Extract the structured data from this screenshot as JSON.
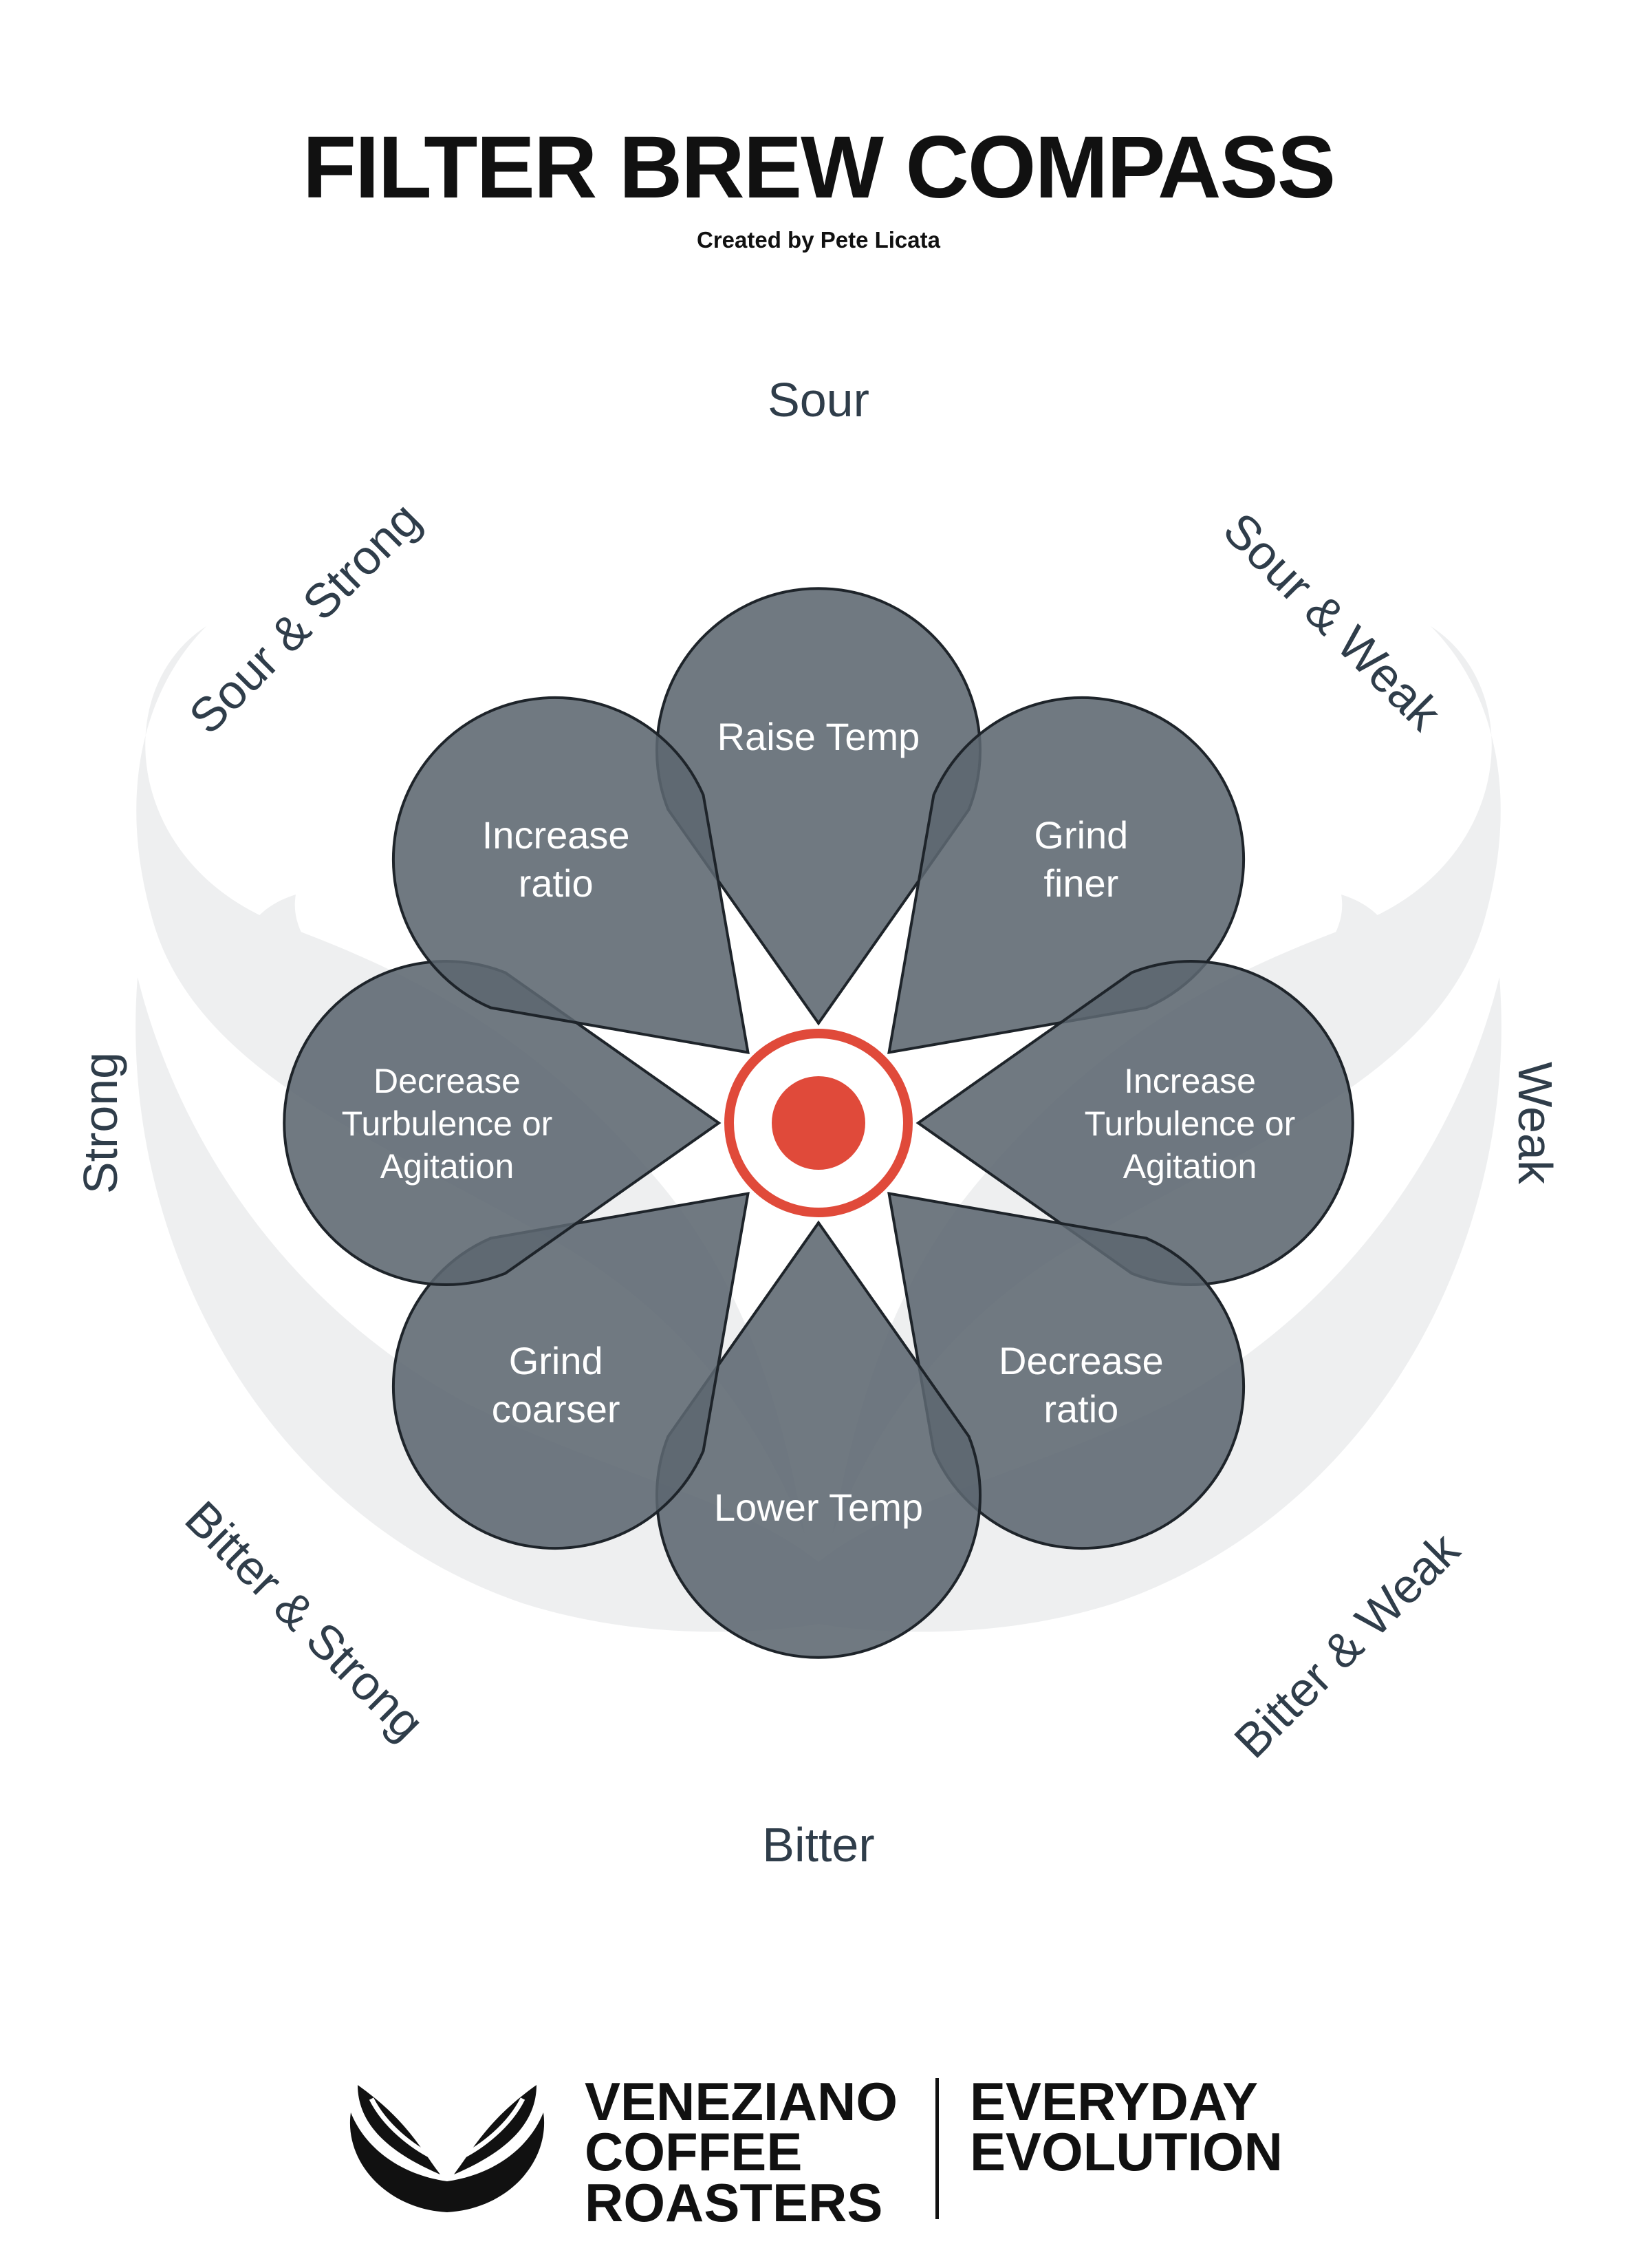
{
  "header": {
    "title": "FILTER BREW COMPASS",
    "subtitle": "Created by Pete Licata"
  },
  "petals": [
    {
      "direction": "Sour",
      "lines": [
        "Raise Temp"
      ]
    },
    {
      "direction": "Sour & Weak",
      "lines": [
        "Grind",
        "finer"
      ]
    },
    {
      "direction": "Weak",
      "lines": [
        "Increase",
        "Turbulence or",
        "Agitation"
      ]
    },
    {
      "direction": "Bitter & Weak",
      "lines": [
        "Decrease",
        "ratio"
      ]
    },
    {
      "direction": "Bitter",
      "lines": [
        "Lower Temp"
      ]
    },
    {
      "direction": "Bitter & Strong",
      "lines": [
        "Grind",
        "coarser"
      ]
    },
    {
      "direction": "Strong",
      "lines": [
        "Decrease",
        "Turbulence or",
        "Agitation"
      ]
    },
    {
      "direction": "Sour & Strong",
      "lines": [
        "Increase",
        "ratio"
      ]
    }
  ],
  "directions": {
    "n": "Sour",
    "ne": "Sour & Weak",
    "e": "Weak",
    "se": "Bitter & Weak",
    "s": "Bitter",
    "sw": "Bitter & Strong",
    "w": "Strong",
    "nw": "Sour & Strong"
  },
  "colors": {
    "petal_dark": "#5c6670",
    "petal_light": "#6f7981",
    "center_red": "#e04a3a",
    "watermark": "#eeeff0",
    "direction_text": "#2f3d4a"
  },
  "footer": {
    "brand_line1": "VENEZIANO",
    "brand_line2": "COFFEE",
    "brand_line3": "ROASTERS",
    "tagline_line1": "EVERYDAY",
    "tagline_line2": "EVOLUTION",
    "logo_icon": "wings-cup-icon"
  }
}
